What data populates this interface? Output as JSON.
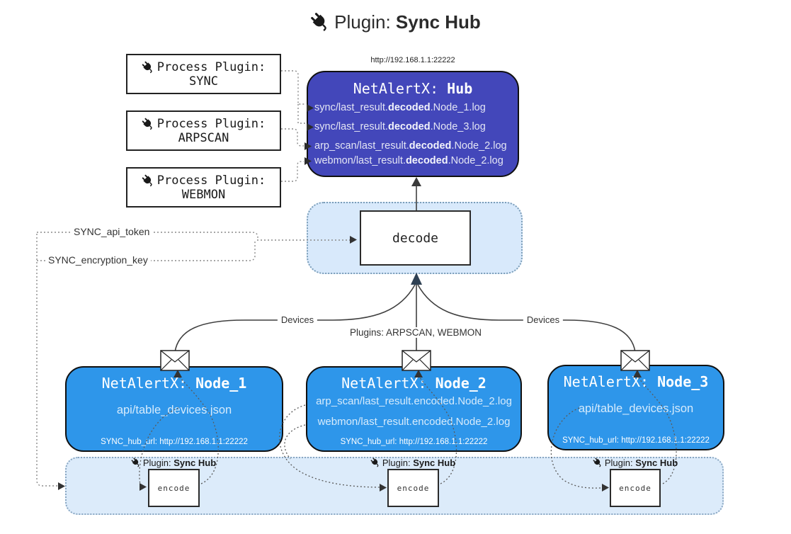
{
  "title": {
    "prefix": "Plugin: ",
    "bold": "Sync Hub"
  },
  "hub": {
    "url": "http://192.168.1.1:22222",
    "name_prefix": "NetAlertX: ",
    "name_bold": "Hub",
    "lines": [
      {
        "pre": "sync/last_result.",
        "bold": "decoded",
        "post": ".Node_1.log"
      },
      {
        "pre": "sync/last_result.",
        "bold": "decoded",
        "post": ".Node_3.log"
      },
      {
        "pre": "arp_scan/last_result.",
        "bold": "decoded",
        "post": ".Node_2.log"
      },
      {
        "pre": "webmon/last_result.",
        "bold": "decoded",
        "post": ".Node_2.log"
      }
    ]
  },
  "process_plugins": [
    {
      "label": "Process Plugin:",
      "name": "SYNC"
    },
    {
      "label": "Process Plugin:",
      "name": "ARPSCAN"
    },
    {
      "label": "Process Plugin:",
      "name": "WEBMON"
    }
  ],
  "decode": {
    "label": "decode"
  },
  "config": {
    "api_token": "SYNC_api_token",
    "encryption_key": "SYNC_encryption_key"
  },
  "edges": {
    "devices_left": "Devices",
    "plugins_middle": "Plugins: ARPSCAN, WEBMON",
    "devices_right": "Devices"
  },
  "nodes": [
    {
      "name_prefix": "NetAlertX: ",
      "name_bold": "Node_1",
      "line1": "api/table_devices.json",
      "footer": "SYNC_hub_url: http://192.168.1.1:22222"
    },
    {
      "name_prefix": "NetAlertX: ",
      "name_bold": "Node_2",
      "line1": "arp_scan/last_result.encoded.Node_2.log",
      "line2": "webmon/last_result.encoded.Node_2.log",
      "footer": "SYNC_hub_url: http://192.168.1.1:22222"
    },
    {
      "name_prefix": "NetAlertX: ",
      "name_bold": "Node_3",
      "line1": "api/table_devices.json",
      "footer": "SYNC_hub_url: http://192.168.1.1:22222"
    }
  ],
  "encoders": [
    {
      "label_prefix": "Plugin: ",
      "label_bold": "Sync Hub",
      "box_label": "encode"
    },
    {
      "label_prefix": "Plugin: ",
      "label_bold": "Sync Hub",
      "box_label": "encode"
    },
    {
      "label_prefix": "Plugin: ",
      "label_bold": "Sync Hub",
      "box_label": "encode"
    }
  ],
  "colors": {
    "hub_fill": "#4347ba",
    "node_fill": "#2e96ea",
    "container_fill": "#d8e9fb",
    "container_border": "#7b9db8",
    "line": "#3f3f3f",
    "dotted": "#8a8a8a",
    "merge_arrow": "#2e4053"
  }
}
